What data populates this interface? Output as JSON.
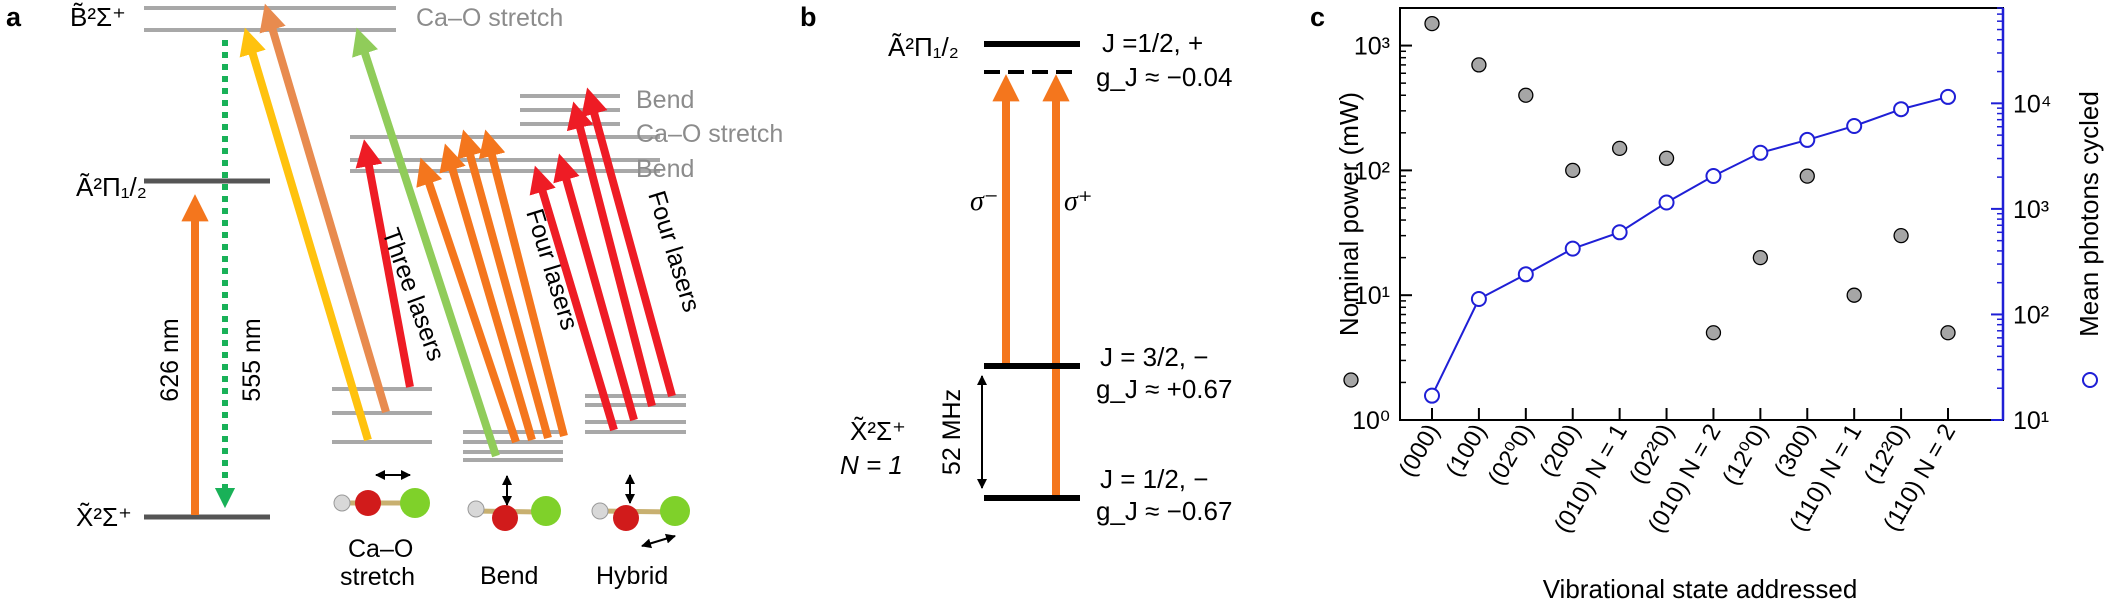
{
  "panel_a": {
    "label": "a",
    "levels": {
      "B_state": "B̃²Σ⁺",
      "A_state": "Ã²Π₁/₂",
      "X_state": "X̃²Σ⁺"
    },
    "right_labels": {
      "b_stretch": "Ca–O stretch",
      "bend_top": "Bend",
      "ca_o_stretch_mid": "Ca–O stretch",
      "bend_low": "Bend"
    },
    "wavelength_626": "626 nm",
    "wavelength_555": "555 nm",
    "group_three": "Three lasers",
    "group_four_bend": "Four lasers",
    "group_four_hybrid": "Four lasers",
    "molecule_stretch_line1": "Ca–O",
    "molecule_stretch_line2": "stretch",
    "molecule_bend": "Bend",
    "molecule_hybrid": "Hybrid",
    "colors": {
      "orange": "#f4761d",
      "yellow": "#ffc20e",
      "light_orange": "#e88b4f",
      "green": "#90cc5a",
      "red": "#ee1c25",
      "dotted_green": "#19b158",
      "level_gray": "#a8a8a8",
      "ca_atom": "#7fd12a",
      "o_atom": "#d11b1b",
      "h_atom": "#d8d8d8"
    }
  },
  "panel_b": {
    "label": "b",
    "A_state": "Ã²Π₁/₂",
    "top_J": "J =1/2, +",
    "top_g": "g_J ≈ −0.04",
    "sigma_minus": "σ⁻",
    "sigma_plus": "σ⁺",
    "mid_J": "J = 3/2, −",
    "mid_g": "g_J ≈ +0.67",
    "bot_J": "J = 1/2, −",
    "bot_g": "g_J ≈ −0.67",
    "X_state": "X̃²Σ⁺",
    "N_label": "N = 1",
    "split": "52 MHz"
  },
  "panel_c": {
    "label": "c"
  },
  "chart_data": {
    "type": "scatter",
    "xlabel": "Vibrational state addressed",
    "categories": [
      "(000)",
      "(100)",
      "(02⁰0)",
      "(200)",
      "(010) N = 1",
      "(02²0)",
      "(010) N = 2",
      "(12⁰0)",
      "(300)",
      "(110) N = 1",
      "(12²0)",
      "(110) N = 2"
    ],
    "left_axis": {
      "label": "Nominal power (mW)",
      "scale": "log",
      "ylim": [
        1,
        2000
      ],
      "ticks": [
        "10⁰",
        "10¹",
        "10²",
        "10³"
      ]
    },
    "right_axis": {
      "label": "Mean photons cycled",
      "scale": "log",
      "ylim": [
        10,
        80000
      ],
      "ticks": [
        "10¹",
        "10²",
        "10³",
        "10⁴"
      ],
      "color": "#1f1fd6"
    },
    "series": [
      {
        "name": "Nominal power (mW)",
        "axis": "left",
        "color": "#a6a6a6",
        "values": [
          1500,
          700,
          400,
          100,
          150,
          125,
          5,
          20,
          90,
          10,
          30,
          5
        ]
      },
      {
        "name": "Mean photons cycled",
        "axis": "right",
        "color": "#1f1fd6",
        "values": [
          17,
          140,
          240,
          420,
          600,
          1150,
          2050,
          3400,
          4500,
          6100,
          8800,
          11500
        ]
      }
    ],
    "grid": false
  }
}
